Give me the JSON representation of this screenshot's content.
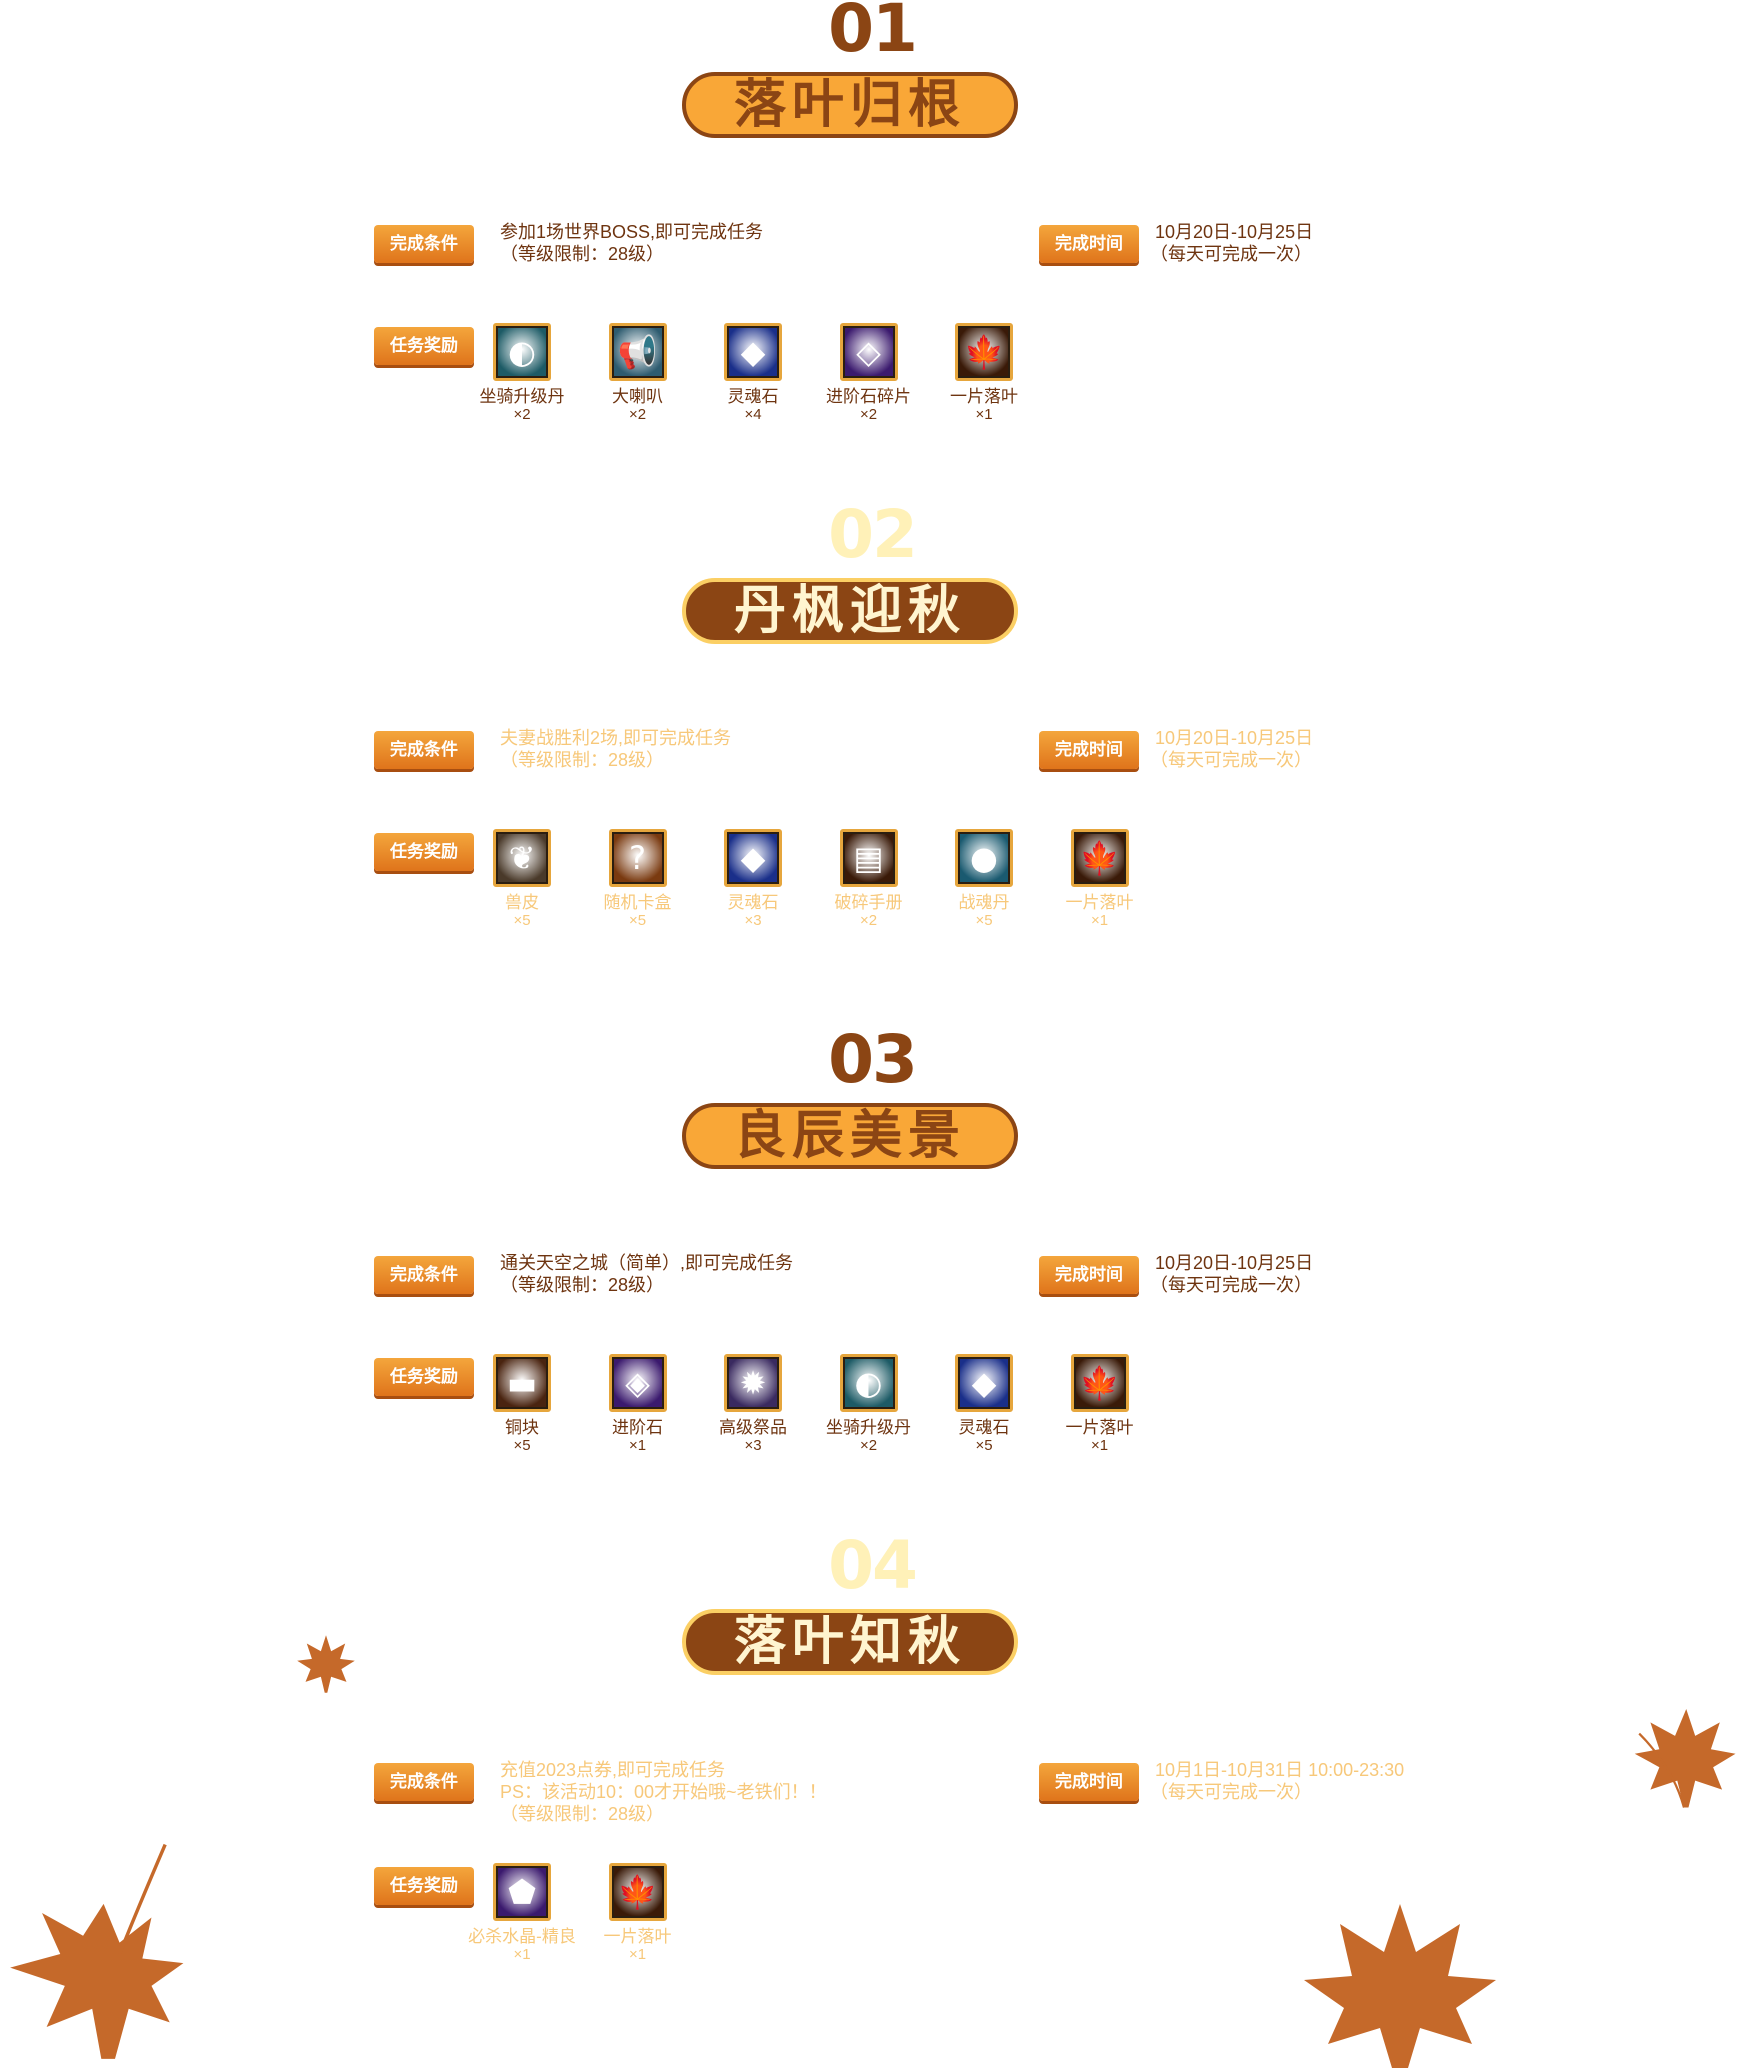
{
  "labels": {
    "condition": "完成条件",
    "time": "完成时间",
    "reward": "任务奖励"
  },
  "sections": [
    {
      "num": "01",
      "title": "落叶归根",
      "condition_line1": "参加1场世界BOSS,即可完成任务",
      "condition_line2": "（等级限制：28级）",
      "condition_line3": "",
      "time_line1": "10月20日-10月25日",
      "time_line2": "（每天可完成一次）",
      "rewards": [
        {
          "name": "坐骑升级丹",
          "count": "×2",
          "icon": "mount-pill-icon",
          "bg": "#1d5b66",
          "glyph": "◐"
        },
        {
          "name": "大喇叭",
          "count": "×2",
          "icon": "horn-icon",
          "bg": "#2e5c70",
          "glyph": "📢"
        },
        {
          "name": "灵魂石",
          "count": "×4",
          "icon": "soul-stone-icon",
          "bg": "#1a2f8a",
          "glyph": "◆"
        },
        {
          "name": "进阶石碎片",
          "count": "×2",
          "icon": "advance-shard-icon",
          "bg": "#3b1a6e",
          "glyph": "◇"
        },
        {
          "name": "一片落叶",
          "count": "×1",
          "icon": "maple-leaf-icon",
          "bg": "#3a1a08",
          "glyph": "🍁"
        }
      ]
    },
    {
      "num": "02",
      "title": "丹枫迎秋",
      "condition_line1": "夫妻战胜利2场,即可完成任务",
      "condition_line2": "（等级限制：28级）",
      "condition_line3": "",
      "time_line1": "10月20日-10月25日",
      "time_line2": "（每天可完成一次）",
      "rewards": [
        {
          "name": "兽皮",
          "count": "×5",
          "icon": "hide-icon",
          "bg": "#4a3a2a",
          "glyph": "❦"
        },
        {
          "name": "随机卡盒",
          "count": "×5",
          "icon": "card-box-icon",
          "bg": "#7a3a10",
          "glyph": "?"
        },
        {
          "name": "灵魂石",
          "count": "×3",
          "icon": "soul-stone-icon",
          "bg": "#1a2f8a",
          "glyph": "◆"
        },
        {
          "name": "破碎手册",
          "count": "×2",
          "icon": "broken-book-icon",
          "bg": "#3a1a08",
          "glyph": "▤"
        },
        {
          "name": "战魂丹",
          "count": "×5",
          "icon": "war-soul-pill-icon",
          "bg": "#1a5a70",
          "glyph": "●"
        },
        {
          "name": "一片落叶",
          "count": "×1",
          "icon": "maple-leaf-icon",
          "bg": "#3a1a08",
          "glyph": "🍁"
        }
      ]
    },
    {
      "num": "03",
      "title": "良辰美景",
      "condition_line1": "通关天空之城（简单）,即可完成任务",
      "condition_line2": "（等级限制：28级）",
      "condition_line3": "",
      "time_line1": "10月20日-10月25日",
      "time_line2": "（每天可完成一次）",
      "rewards": [
        {
          "name": "铜块",
          "count": "×5",
          "icon": "copper-ingot-icon",
          "bg": "#4a2410",
          "glyph": "▬"
        },
        {
          "name": "进阶石",
          "count": "×1",
          "icon": "advance-stone-icon",
          "bg": "#3b1a6e",
          "glyph": "◈"
        },
        {
          "name": "高级祭品",
          "count": "×3",
          "icon": "offering-icon",
          "bg": "#3a2a60",
          "glyph": "✹"
        },
        {
          "name": "坐骑升级丹",
          "count": "×2",
          "icon": "mount-pill-icon",
          "bg": "#1d5b66",
          "glyph": "◐"
        },
        {
          "name": "灵魂石",
          "count": "×5",
          "icon": "soul-stone-icon",
          "bg": "#1a2f8a",
          "glyph": "◆"
        },
        {
          "name": "一片落叶",
          "count": "×1",
          "icon": "maple-leaf-icon",
          "bg": "#3a1a08",
          "glyph": "🍁"
        }
      ]
    },
    {
      "num": "04",
      "title": "落叶知秋",
      "condition_line1": "充值2023点券,即可完成任务",
      "condition_line2": "PS：该活动10：00才开始哦~老铁们！！",
      "condition_line3": "（等级限制：28级）",
      "time_line1": "10月1日-10月31日 10:00-23:30",
      "time_line2": "（每天可完成一次）",
      "rewards": [
        {
          "name": "必杀水晶-精良",
          "count": "×1",
          "icon": "crystal-icon",
          "bg": "#3b1a6e",
          "glyph": "⬟"
        },
        {
          "name": "一片落叶",
          "count": "×1",
          "icon": "maple-leaf-icon",
          "bg": "#3a1a08",
          "glyph": "🍁"
        }
      ]
    }
  ],
  "colors": {
    "brown": "#8b4514",
    "orange": "#f9a737",
    "leaf": "#c5692a"
  }
}
